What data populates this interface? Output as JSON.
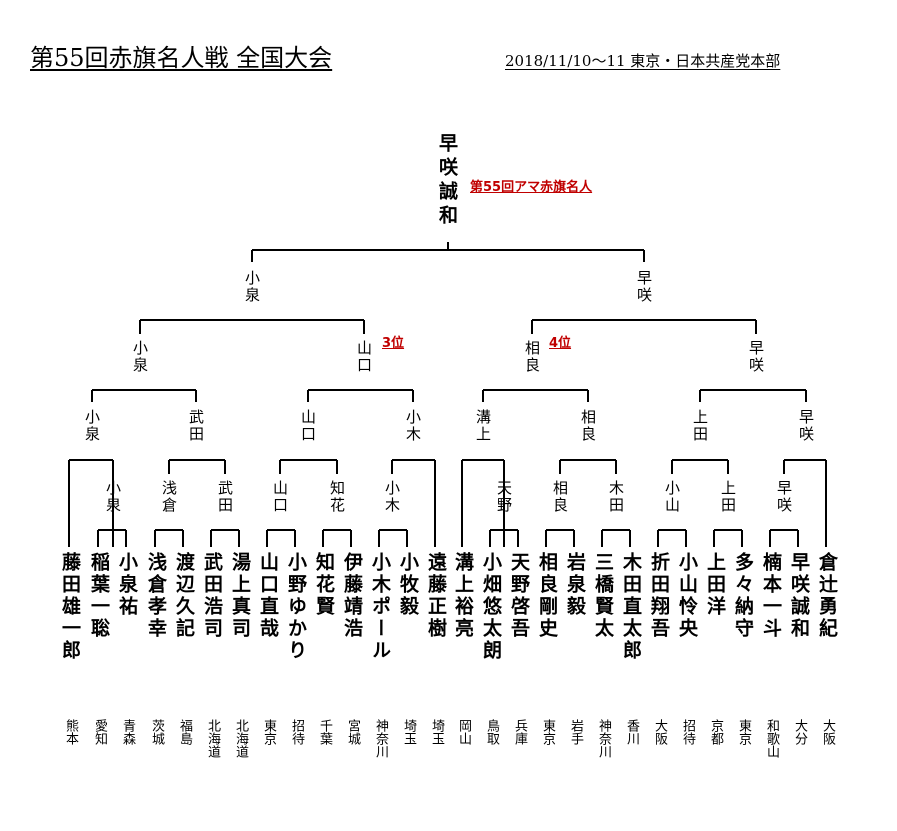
{
  "header": {
    "title": "第55回赤旗名人戦  全国大会",
    "date_location": "2018/11/10～11  東京・日本共産党本部"
  },
  "champion": {
    "name": "早咲誠和",
    "title": "第55回アマ赤旗名人"
  },
  "placings": {
    "third": "3位",
    "fourth": "4位"
  },
  "rounds": {
    "final": [
      "小泉",
      "早咲"
    ],
    "semifinal": [
      "小泉",
      "山口",
      "相良",
      "早咲"
    ],
    "quarterfinal": [
      "小泉",
      "武田",
      "山口",
      "小木",
      "溝上",
      "相良",
      "上田",
      "早咲"
    ],
    "round1": [
      "小泉",
      "浅倉",
      "武田",
      "山口",
      "知花",
      "小木",
      "天野",
      "相良",
      "木田",
      "小山",
      "上田",
      "早咲"
    ]
  },
  "players": [
    {
      "name": "藤田雄一郎",
      "pref": "熊本"
    },
    {
      "name": "稲葉一聡",
      "pref": "愛知"
    },
    {
      "name": "小泉祐",
      "pref": "青森"
    },
    {
      "name": "浅倉孝幸",
      "pref": "茨城"
    },
    {
      "name": "渡辺久記",
      "pref": "福島"
    },
    {
      "name": "武田浩司",
      "pref": "北海道"
    },
    {
      "name": "湯上真司",
      "pref": "北海道"
    },
    {
      "name": "山口直哉",
      "pref": "東京"
    },
    {
      "name": "小野ゆかり",
      "pref": "招待"
    },
    {
      "name": "知花賢",
      "pref": "千葉"
    },
    {
      "name": "伊藤靖浩",
      "pref": "宮城"
    },
    {
      "name": "小木ポール",
      "pref": "神奈川"
    },
    {
      "name": "小牧毅",
      "pref": "埼玉"
    },
    {
      "name": "遠藤正樹",
      "pref": "埼玉"
    },
    {
      "name": "溝上裕亮",
      "pref": "岡山"
    },
    {
      "name": "小畑悠太朗",
      "pref": "鳥取"
    },
    {
      "name": "天野啓吾",
      "pref": "兵庫"
    },
    {
      "name": "相良剛史",
      "pref": "東京"
    },
    {
      "name": "岩泉毅",
      "pref": "岩手"
    },
    {
      "name": "三橋賢太",
      "pref": "神奈川"
    },
    {
      "name": "木田直太郎",
      "pref": "香川"
    },
    {
      "name": "折田翔吾",
      "pref": "大阪"
    },
    {
      "name": "小山怜央",
      "pref": "招待"
    },
    {
      "name": "上田洋",
      "pref": "京都"
    },
    {
      "name": "多々納守",
      "pref": "東京"
    },
    {
      "name": "楠本一斗",
      "pref": "和歌山"
    },
    {
      "name": "早咲誠和",
      "pref": "大分"
    },
    {
      "name": "倉辻勇紀",
      "pref": "大阪"
    }
  ]
}
